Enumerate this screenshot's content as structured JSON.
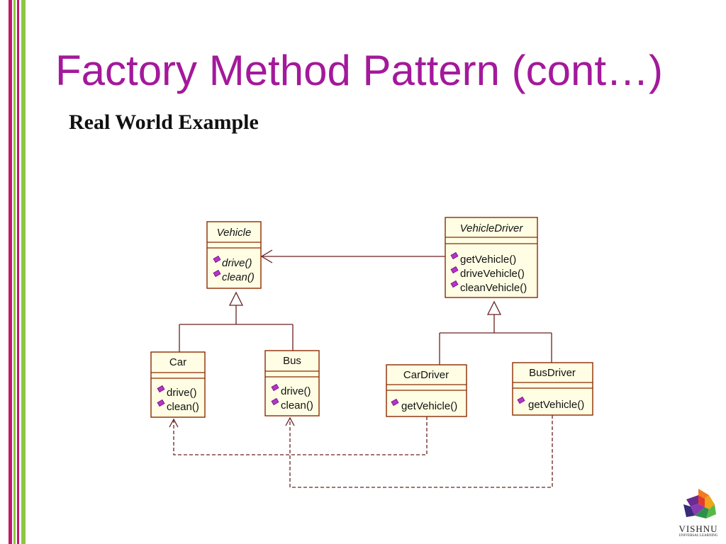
{
  "slide": {
    "title": "Factory Method Pattern (cont…)",
    "subtitle": "Real World Example",
    "theme_colors": {
      "title": "#a3199b",
      "stripe_magenta": "#c2186a",
      "stripe_green": "#8dc63f"
    }
  },
  "diagram": {
    "classes": {
      "vehicle": {
        "name": "Vehicle",
        "abstract": true,
        "operations": [
          "drive()",
          "clean()"
        ]
      },
      "vehicle_driver": {
        "name": "VehicleDriver",
        "abstract": true,
        "operations": [
          "getVehicle()",
          "driveVehicle()",
          "cleanVehicle()"
        ]
      },
      "car": {
        "name": "Car",
        "abstract": false,
        "operations": [
          "drive()",
          "clean()"
        ]
      },
      "bus": {
        "name": "Bus",
        "abstract": false,
        "operations": [
          "drive()",
          "clean()"
        ]
      },
      "car_driver": {
        "name": "CarDriver",
        "abstract": false,
        "operations": [
          "getVehicle()"
        ]
      },
      "bus_driver": {
        "name": "BusDriver",
        "abstract": false,
        "operations": [
          "getVehicle()"
        ]
      }
    },
    "relations": [
      {
        "from": "vehicle_driver",
        "to": "vehicle",
        "kind": "association"
      },
      {
        "from": "car",
        "to": "vehicle",
        "kind": "generalization"
      },
      {
        "from": "bus",
        "to": "vehicle",
        "kind": "generalization"
      },
      {
        "from": "car_driver",
        "to": "vehicle_driver",
        "kind": "generalization"
      },
      {
        "from": "bus_driver",
        "to": "vehicle_driver",
        "kind": "generalization"
      },
      {
        "from": "car_driver",
        "to": "car",
        "kind": "dependency"
      },
      {
        "from": "bus_driver",
        "to": "bus",
        "kind": "dependency"
      }
    ]
  },
  "logo": {
    "name": "VISHNU",
    "tagline": "UNIVERSAL LEARNING"
  }
}
